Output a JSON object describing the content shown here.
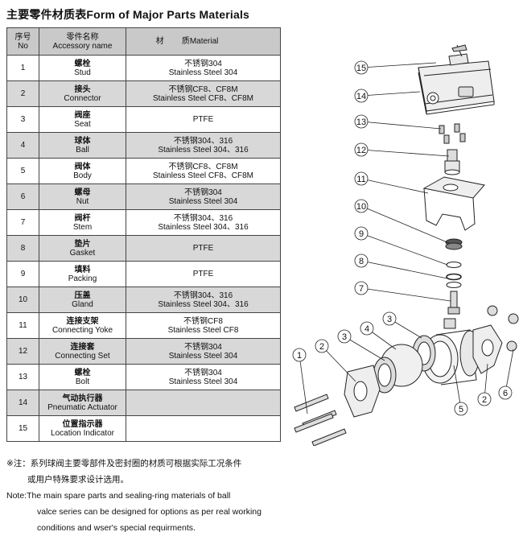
{
  "title": "主要零件材质表Form of Major Parts Materials",
  "table": {
    "headers": {
      "no_cn": "序号",
      "no_en": "No",
      "name_cn": "零件名称",
      "name_en": "Accessory name",
      "material": "材        质Material"
    },
    "rows": [
      {
        "no": "1",
        "name_cn": "螺栓",
        "name_en": "Stud",
        "mat1": "不锈钢304",
        "mat2": "Stainless Steel 304"
      },
      {
        "no": "2",
        "name_cn": "接头",
        "name_en": "Connector",
        "mat1": "不锈钢CF8、CF8M",
        "mat2": "Stainless Steel CF8、CF8M"
      },
      {
        "no": "3",
        "name_cn": "阀座",
        "name_en": "Seat",
        "mat1": "PTFE",
        "mat2": ""
      },
      {
        "no": "4",
        "name_cn": "球体",
        "name_en": "Ball",
        "mat1": "不锈钢304、316",
        "mat2": "Stainless Steel 304、316"
      },
      {
        "no": "5",
        "name_cn": "阀体",
        "name_en": "Body",
        "mat1": "不锈钢CF8、CF8M",
        "mat2": "Stainless Steel CF8、CF8M"
      },
      {
        "no": "6",
        "name_cn": "螺母",
        "name_en": "Nut",
        "mat1": "不锈钢304",
        "mat2": "Stainless Steel 304"
      },
      {
        "no": "7",
        "name_cn": "阀杆",
        "name_en": "Stem",
        "mat1": "不锈钢304、316",
        "mat2": "Stainless Steel 304、316"
      },
      {
        "no": "8",
        "name_cn": "垫片",
        "name_en": "Gasket",
        "mat1": "PTFE",
        "mat2": ""
      },
      {
        "no": "9",
        "name_cn": "填料",
        "name_en": "Packing",
        "mat1": "PTFE",
        "mat2": ""
      },
      {
        "no": "10",
        "name_cn": "压盖",
        "name_en": "Gland",
        "mat1": "不锈钢304、316",
        "mat2": "Stainless Steel 304、316"
      },
      {
        "no": "11",
        "name_cn": "连接支架",
        "name_en": "Connecting Yoke",
        "mat1": "不锈钢CF8",
        "mat2": "Stainless Steel CF8"
      },
      {
        "no": "12",
        "name_cn": "连接套",
        "name_en": "Connecting Set",
        "mat1": "不锈钢304",
        "mat2": "Stainless Steel 304"
      },
      {
        "no": "13",
        "name_cn": "螺栓",
        "name_en": "Bolt",
        "mat1": "不锈钢304",
        "mat2": "Stainless Steel 304"
      },
      {
        "no": "14",
        "name_cn": "气动执行器",
        "name_en": "Pneumatic Actuator",
        "mat1": "",
        "mat2": ""
      },
      {
        "no": "15",
        "name_cn": "位置指示器",
        "name_en": "Location Indicator",
        "mat1": "",
        "mat2": ""
      }
    ]
  },
  "notes": {
    "cn_line1": "※注：系列球阀主要零部件及密封圈的材质可根据实际工况条件",
    "cn_line2": "或用户特殊要求设计选用。",
    "en_line1": "Note:The main spare parts and sealing-ring materials of ball",
    "en_line2": "valce series can be designed for options as per real working",
    "en_line3": "conditions and wser's special requirments."
  },
  "diagram_labels": [
    "15",
    "14",
    "13",
    "12",
    "11",
    "10",
    "9",
    "8",
    "7",
    "1",
    "2",
    "3",
    "4",
    "3",
    "5",
    "2",
    "6"
  ],
  "colors": {
    "shade": "#d8d8d8",
    "header": "#c9c9c9",
    "line": "#444444"
  }
}
